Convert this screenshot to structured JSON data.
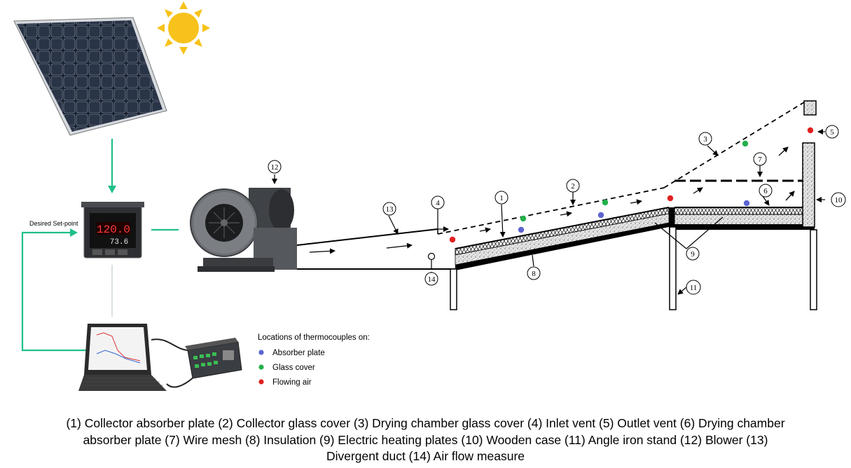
{
  "controller": {
    "setpoint_label": "Desired Set-point",
    "display_top": "120.0",
    "display_bottom": "73.6"
  },
  "legend": {
    "title": "Locations of thermocouples on:",
    "items": [
      {
        "label": "Absorber plate",
        "color": "#5b64d0"
      },
      {
        "label": "Glass cover",
        "color": "#22b04a"
      },
      {
        "label": "Flowing air",
        "color": "#e02020"
      }
    ]
  },
  "callouts": {
    "c1": "1",
    "c2": "2",
    "c3": "3",
    "c4": "4",
    "c5": "5",
    "c6": "6",
    "c7": "7",
    "c8": "8",
    "c9": "9",
    "c10": "10",
    "c11": "11",
    "c12": "12",
    "c13": "13",
    "c14": "14"
  },
  "caption": {
    "line1": "(1) Collector absorber plate (2) Collector glass cover (3) Drying chamber glass cover (4) Inlet vent (5) Outlet vent (6) Drying chamber",
    "line2": "absorber plate (7) Wire mesh (8) Insulation (9) Electric heating plates (10) Wooden case (11) Angle iron stand (12) Blower (13)",
    "line3": "Divergent duct (14) Air flow measure"
  },
  "colors": {
    "connector": "#1fbf8c",
    "sun": "#f7c21b",
    "panel": "#1c2433",
    "absorber_dot": "#5b64d0",
    "glass_dot": "#22b04a",
    "air_dot": "#e02020"
  }
}
